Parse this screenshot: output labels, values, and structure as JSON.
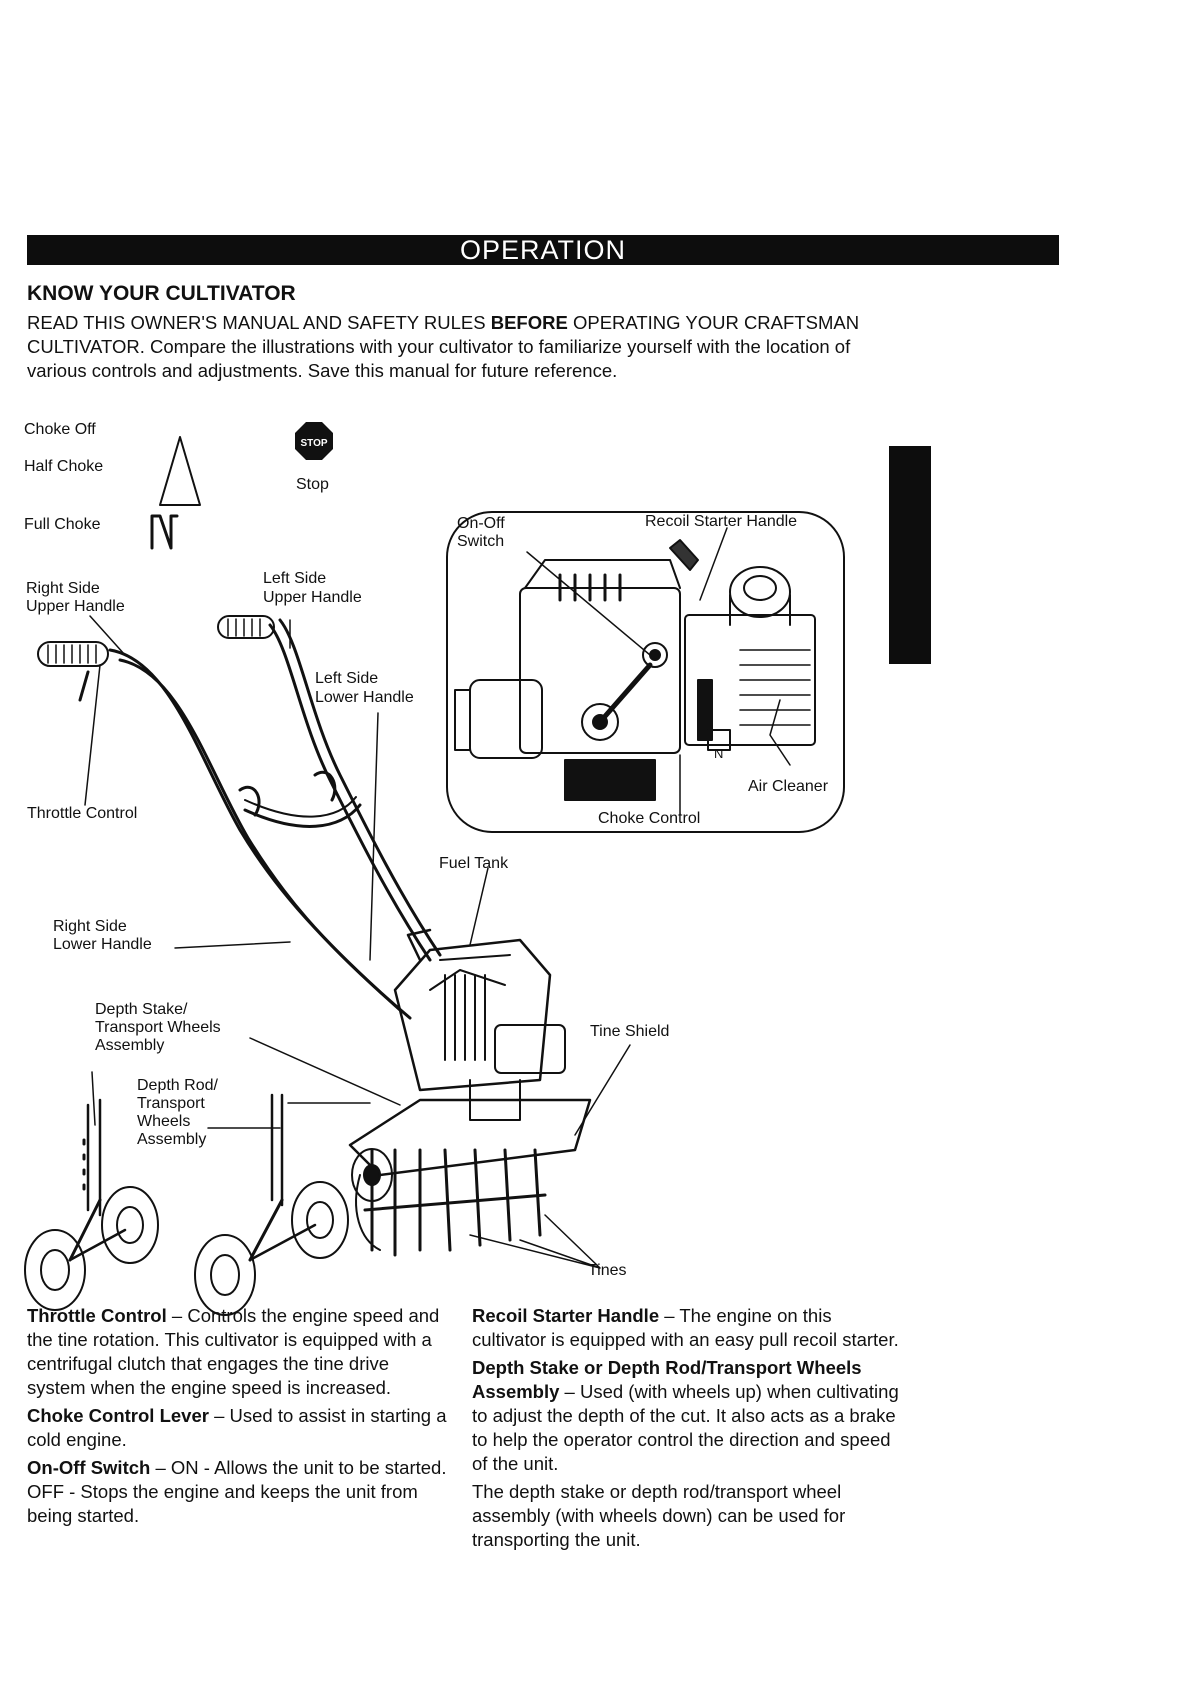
{
  "banner": "OPERATION",
  "heading": "KNOW YOUR CULTIVATOR",
  "intro": {
    "pre": "READ THIS OWNER'S MANUAL AND SAFETY RULES ",
    "bold": "BEFORE",
    "post": " OPERATING YOUR CRAFTSMAN CULTIVATOR. Compare the illustrations with your cultivator to familiarize yourself with the location of various controls and adjustments. Save this manual for future reference."
  },
  "symbols": {
    "choke_off": "Choke Off",
    "half_choke": "Half Choke",
    "full_choke": "Full Choke",
    "stop_badge": "STOP",
    "stop": "Stop"
  },
  "labels": {
    "right_upper_1": "Right Side",
    "right_upper_2": "Upper Handle",
    "left_upper_1": "Left Side",
    "left_upper_2": "Upper Handle",
    "left_lower_1": "Left Side",
    "left_lower_2": "Lower Handle",
    "throttle": "Throttle Control",
    "right_lower_1": "Right Side",
    "right_lower_2": "Lower Handle",
    "depth_stake_1": "Depth Stake/",
    "depth_stake_2": "Transport Wheels",
    "depth_stake_3": "Assembly",
    "depth_rod_1": "Depth Rod/",
    "depth_rod_2": "Transport",
    "depth_rod_3": "Wheels",
    "depth_rod_4": "Assembly",
    "fuel_tank": "Fuel Tank",
    "tine_shield": "Tine Shield",
    "tines": "Tines",
    "on_off_1": "On-Off",
    "on_off_2": "Switch",
    "recoil": "Recoil Starter Handle",
    "air_cleaner": "Air Cleaner",
    "choke_control": "Choke Control",
    "engine_n": "N"
  },
  "descriptions": {
    "left": [
      {
        "term": "Throttle Control",
        "text": " – Controls the engine speed and the tine rotation. This cultivator is equipped with a centrifugal clutch that engages the tine drive system when the engine speed is increased."
      },
      {
        "term": "Choke Control Lever",
        "text": " – Used to assist in starting a cold engine."
      },
      {
        "term": "On-Off Switch",
        "text": " – ON - Allows the unit to be started. OFF - Stops the engine and keeps the unit from being started."
      }
    ],
    "right": [
      {
        "term": "Recoil Starter Handle",
        "text": " – The engine on this cultivator is equipped with an easy pull recoil starter."
      },
      {
        "term": "Depth Stake or Depth Rod/Transport Wheels Assembly",
        "text": " – Used (with wheels up) when cultivating to adjust the depth of the cut. It also acts as a brake to help the operator control the direction and speed of the unit."
      },
      {
        "term": "",
        "text": "The depth stake or depth rod/transport wheel assembly (with wheels down) can be used for transporting the unit."
      }
    ]
  }
}
